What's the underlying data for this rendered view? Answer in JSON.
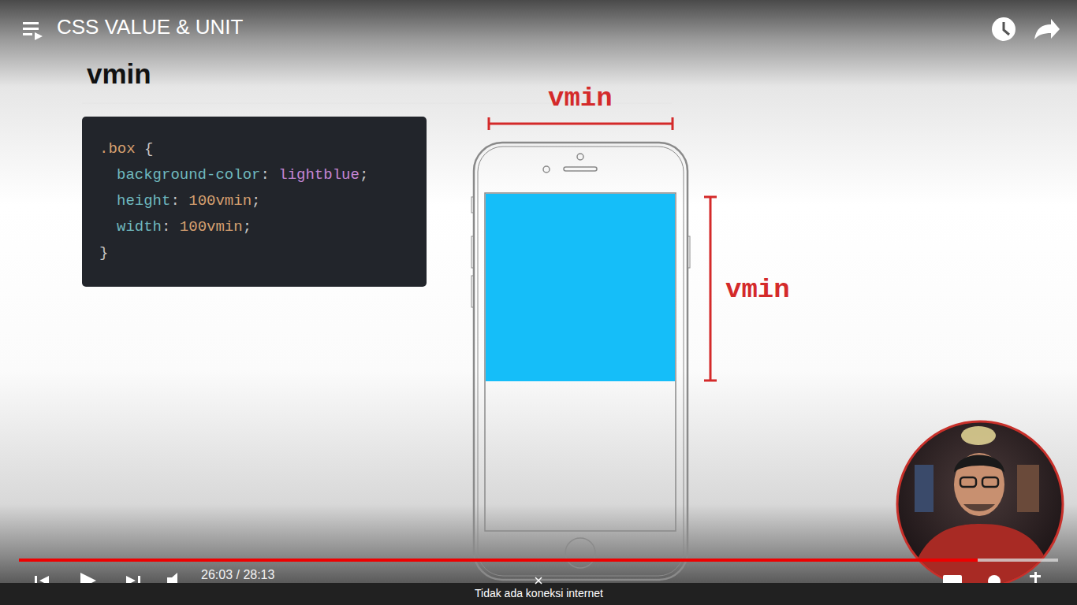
{
  "diagram": {
    "title": "vmin",
    "nodes": [
      {
        "text": [
          ".box {",
          "background-color: lightblue;",
          "height: 100vmin;",
          "width: 100vmin;",
          "}"
        ]
      }
    ],
    "labels": [
      "CSS VALUE & UNIT",
      "vmin",
      "vmin",
      "26:03 / 28:13",
      "Tidak ada koneksi internet"
    ]
  }
}
